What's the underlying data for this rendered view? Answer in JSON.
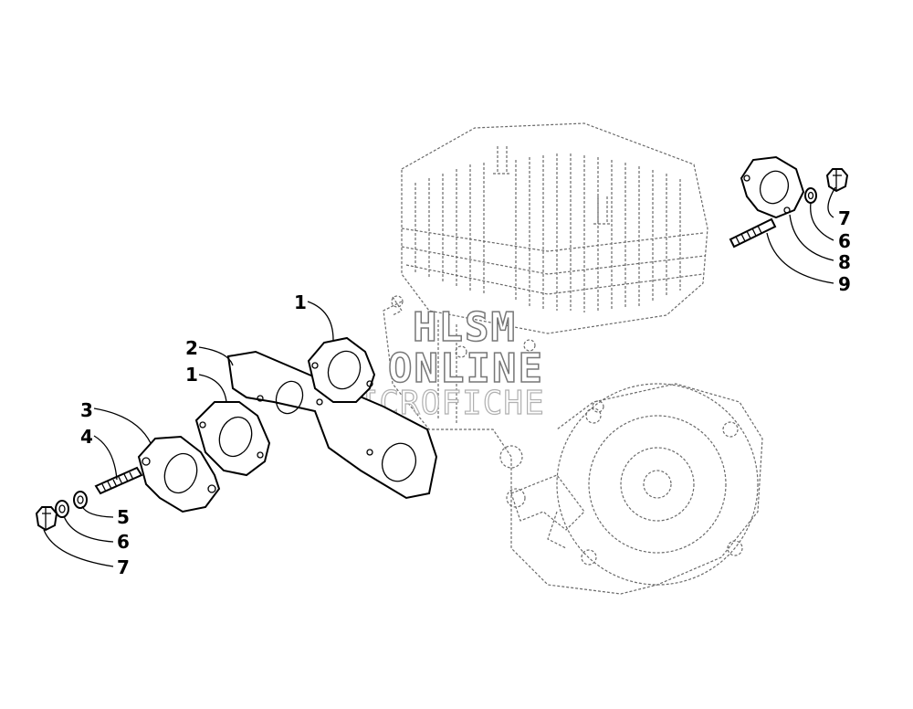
{
  "watermark": {
    "line1": "HLSM",
    "line2": "ONLINE",
    "line3": "MICROFICHE"
  },
  "callouts": {
    "left_gasket": "1",
    "left_plate": "2",
    "left_gasket_2": "1",
    "left_flange": "3",
    "left_stud": "4",
    "left_lock_washer": "5",
    "left_washer": "6",
    "left_nut": "7",
    "right_nut": "7",
    "right_washer": "6",
    "right_gasket": "8",
    "right_stud": "9"
  }
}
